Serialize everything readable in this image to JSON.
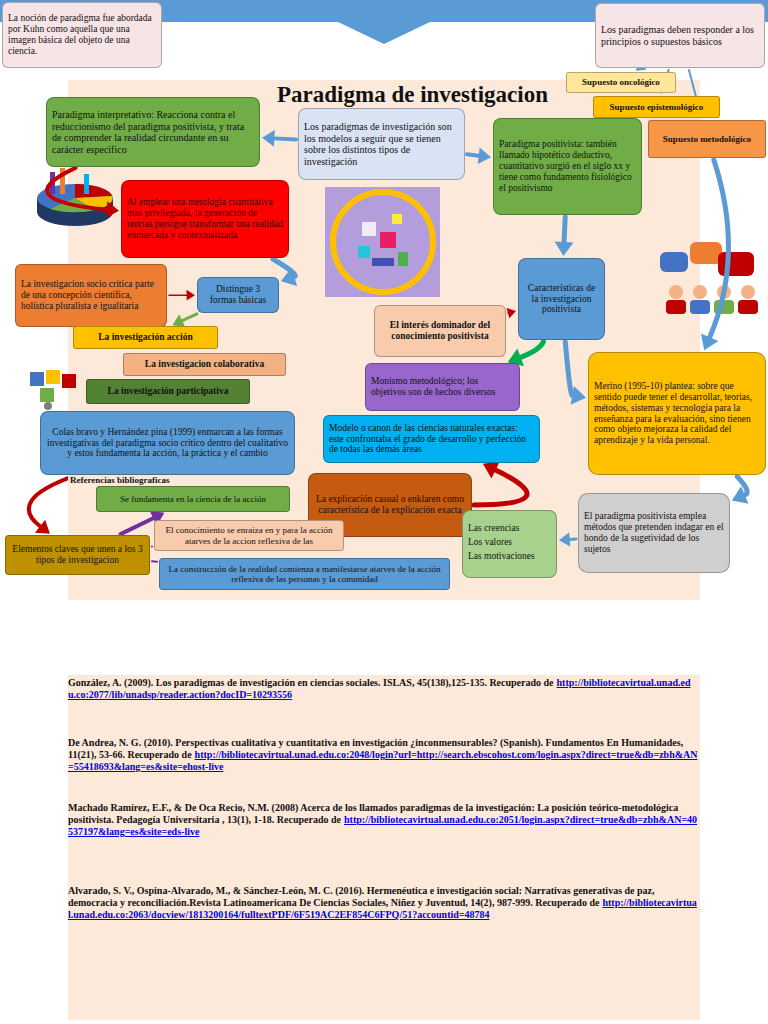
{
  "diagram": {
    "title": "Paradigma de investigacion",
    "nodes": [
      {
        "text": [
          "La noción de paradigma fue abordada por Kuhn como aquella que una imagen básica del objeto de una ciencia."
        ]
      },
      {
        "text": [
          "Los paradigmas deben responder a los principios o supuestos básicos"
        ]
      },
      {
        "text": [
          "Supuesto oncológico"
        ]
      },
      {
        "text": [
          "Supuesto epistemológico"
        ]
      },
      {
        "text": [
          "Supuesto metodológico"
        ]
      },
      {
        "text": [
          "Paradigma interpretativo: Reacciona contra el reduccionismo del paradigma positivista, y trata de comprender la realidad circundante en su carácter especifico"
        ]
      },
      {
        "text": [
          "Los paradigmas de investigación son los modelos a seguir que se tienen sobre los distintos tipos de investigación"
        ]
      },
      {
        "text": [
          "Paradigma positivista: también llamado hipotético deductivo, cuantitativo surgió en el siglo xx y tiene como fundamento fisiológico el positivismo"
        ]
      },
      {
        "text": [
          "Al emplear una metología cuantitativa mas privilegiada, la generación de teorías persigue transformar una realidad enmarcada y contextualizada"
        ]
      },
      {
        "text": [
          "Características de la investigacion positivista"
        ]
      },
      {
        "text": [
          "La investigacion socio critica parte de una concepción científica, holística pluralista e igualitaria"
        ]
      },
      {
        "text": [
          "Distingue 3 formas básicas"
        ]
      },
      {
        "text": [
          "La investigación acción"
        ]
      },
      {
        "text": [
          "La investigacion colaborativa"
        ]
      },
      {
        "text": [
          "La investigación participativa"
        ]
      },
      {
        "text": [
          "El interés dominador del conocimiento positivista"
        ]
      },
      {
        "text": [
          "Monismo metodológico; los objetivos son de hechos diversos"
        ]
      },
      {
        "text": [
          "Merino (1995-10) plantea: sobre que sentido puede tener el desarrollar, teorias, métodos, sistemas y tecnología para la enseñanza para la evaluación, sino tienen como objeto mejoraza la calidad del aprendizaje y la vida personal."
        ]
      },
      {
        "text": [
          "Colas bravo y Hernández pina (1999) enmarcan a las formas investigativas del paradigma socio critico dentro del cualitativo y estos fundamenta la acción, la práctica y el cambio"
        ]
      },
      {
        "text": [
          "Modelo o canon de las ciencias naturales exactas: este confrontaba el grado de desarrollo y perfección de todas las demás áreas"
        ]
      },
      {
        "text": [
          "La explicación casual o enklaren como característica de la explicación exacta"
        ]
      },
      {
        "text": [
          "El paradigma positivista emplea métodos que pretenden indagar en el hondo de la sugetividad de los sujetos"
        ]
      },
      {
        "text": [
          "Se fundamenta en la ciencia de la acción"
        ]
      },
      {
        "text": [
          "El conocimiento se enraiza en y para la acción atarves de la accion reflexiva de las"
        ]
      },
      {
        "text": [
          "Las creencias",
          "Los valores",
          "Las motivaciones"
        ]
      },
      {
        "text": [
          "Elementos claves que unen a los 3 tipos de investigacion"
        ]
      },
      {
        "text": [
          "La construcción de la realidad comienza a manifestarse atarves de la acción reflexiva de las personas y la comunidad"
        ]
      }
    ],
    "edges": [
      {
        "from": 6,
        "to": 5,
        "arrow": "to"
      },
      {
        "from": 6,
        "to": 7,
        "arrow": "to"
      },
      {
        "from": 1,
        "to": 2,
        "arrow": "to"
      },
      {
        "from": 1,
        "to": 3,
        "arrow": "to"
      },
      {
        "from": 1,
        "to": 4,
        "arrow": "to"
      },
      {
        "from": 7,
        "to": 9,
        "arrow": "to"
      },
      {
        "from": 4,
        "to": 17,
        "arrow": "to"
      },
      {
        "from": 9,
        "to": 17,
        "arrow": "to"
      },
      {
        "from": 9,
        "to": 16,
        "arrow": "to"
      },
      {
        "from": 15,
        "to": 9,
        "arrow": "to"
      },
      {
        "from": 17,
        "to": 21,
        "arrow": "to"
      },
      {
        "from": 21,
        "to": 24,
        "arrow": "to"
      },
      {
        "from": 20,
        "to": 19,
        "arrow": "to"
      },
      {
        "from": 5,
        "to": 8,
        "arrow": "to"
      },
      {
        "from": 8,
        "to": 11,
        "arrow": "to"
      },
      {
        "from": 10,
        "to": 11,
        "arrow": "to"
      },
      {
        "from": 11,
        "to": 12,
        "arrow": "to"
      },
      {
        "from": 18,
        "to": 25,
        "arrow": "to"
      },
      {
        "from": 25,
        "to": 22,
        "arrow": "to"
      },
      {
        "from": 25,
        "to": 23,
        "arrow": "none"
      },
      {
        "from": 25,
        "to": 26,
        "arrow": "none"
      }
    ],
    "labels": [
      "Referencias bibliograficas",
      "González, A. (2009). Los paradigmas de investigación en ciencias sociales. ISLAS, 45(138),125-135. Recuperado de",
      "http://bibliotecavirtual.unad.edu.co:2077/lib/unadsp/reader.action?docID=10293556",
      "De Andrea, N. G. (2010). Perspectivas cualitativa y cuantitativa en investigación ¿inconmensurables? (Spanish). Fundamentos En Humanidades, 11(21), 53-66. Recuperado de",
      "http://bibliotecavirtual.unad.edu.co:2048/login?url=http://search.ebscohost.com/login.aspx?direct=true&db=zbh&AN=55418693&lang=es&site=ehost-live",
      "Machado Ramírez, E.F., & De Oca Recio, N.M. (2008) Acerca de los llamados paradigmas de la investigación: La posición teórico-metodológica positivista. Pedagogía Universitaria , 13(1), 1-18. Recuperado de",
      "http://bibliotecavirtual.unad.edu.co:2051/login.aspx?direct=true&db=zbh&AN=40537197&lang=es&site=eds-live",
      "Alvarado, S. V., Ospina-Alvarado, M., & Sánchez-León, M. C. (2016). Hermenéutica e investigación social: Narrativas generativas de paz, democracia y reconciliación.Revista Latinoamericana De Ciencias Sociales, Niñez y Juventud, 14(2), 987-999. Recuperado de",
      "http://bibliotecavirtual.unad.edu.co:2063/docview/1813200164/fulltextPDF/6F519AC2EF854C6FPQ/51?accountid=48784"
    ]
  }
}
